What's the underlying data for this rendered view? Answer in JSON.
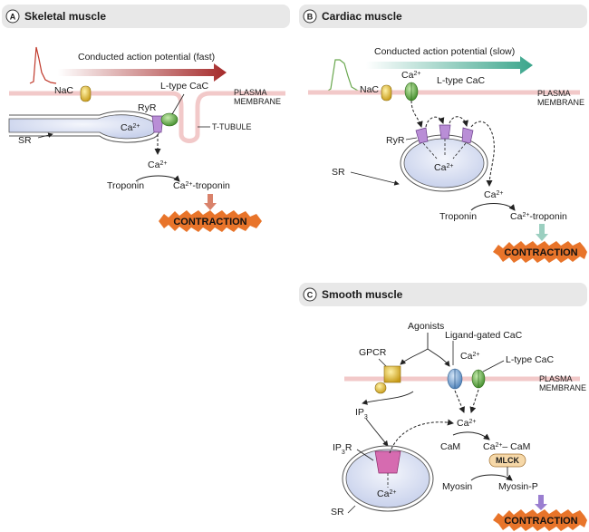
{
  "panel_a": {
    "letter": "A",
    "title": "Skeletal muscle",
    "conduction_label": "Conducted action potential (fast)",
    "nac": "NaC",
    "ltype": "L-type CaC",
    "ryr": "RyR",
    "plasma_1": "PLASMA",
    "plasma_2": "MEMBRANE",
    "ttubule": "T-TUBULE",
    "ca_inside": "Ca2+",
    "ca_release": "Ca2+",
    "sr": "SR",
    "troponin": "Troponin",
    "ca_troponin": "Ca2+-troponin",
    "contraction": "CONTRACTION"
  },
  "panel_b": {
    "letter": "B",
    "title": "Cardiac muscle",
    "conduction_label": "Conducted action potential (slow)",
    "ca_top": "Ca2+",
    "nac": "NaC",
    "ltype": "L-type CaC",
    "plasma_1": "PLASMA",
    "plasma_2": "MEMBRANE",
    "ryr": "RyR",
    "sr": "SR",
    "ca_inside": "Ca2+",
    "ca_release": "Ca2+",
    "troponin": "Troponin",
    "ca_troponin": "Ca2+-troponin",
    "contraction": "CONTRACTION"
  },
  "panel_c": {
    "letter": "C",
    "title": "Smooth muscle",
    "agonists": "Agonists",
    "ligand": "Ligand-gated CaC",
    "ca_top": "Ca2+",
    "ltype": "L-type CaC",
    "gpcr": "GPCR",
    "plasma_1": "PLASMA",
    "plasma_2": "MEMBRANE",
    "ip3": "IP3",
    "ca_mid": "Ca2+",
    "ip3r": "IP3R",
    "cam": "CaM",
    "ca_cam": "Ca2+– CaM",
    "mlck": "MLCK",
    "sr": "SR",
    "ca_inside": "Ca2+",
    "myosin": "Myosin",
    "myosin_p": "Myosin-P",
    "contraction": "CONTRACTION"
  },
  "colors": {
    "panel_header_bg": "#e8e8e8",
    "membrane": "#f2c9c9",
    "sr_fill": "#dfe5f5",
    "nac_yellow": "#e8c23a",
    "ltype_green": "#6bb04a",
    "ryr_purple": "#b98ed6",
    "ip3r_pink": "#d66bb0",
    "ligand_blue": "#7aa6d8",
    "gpcr_yellow": "#e2b62c",
    "arrow_skeletal": "#a52a2a",
    "arrow_cardiac": "#3aa58b",
    "burst_orange": "#e8742a",
    "mlck_fill": "#f6d8a8"
  }
}
